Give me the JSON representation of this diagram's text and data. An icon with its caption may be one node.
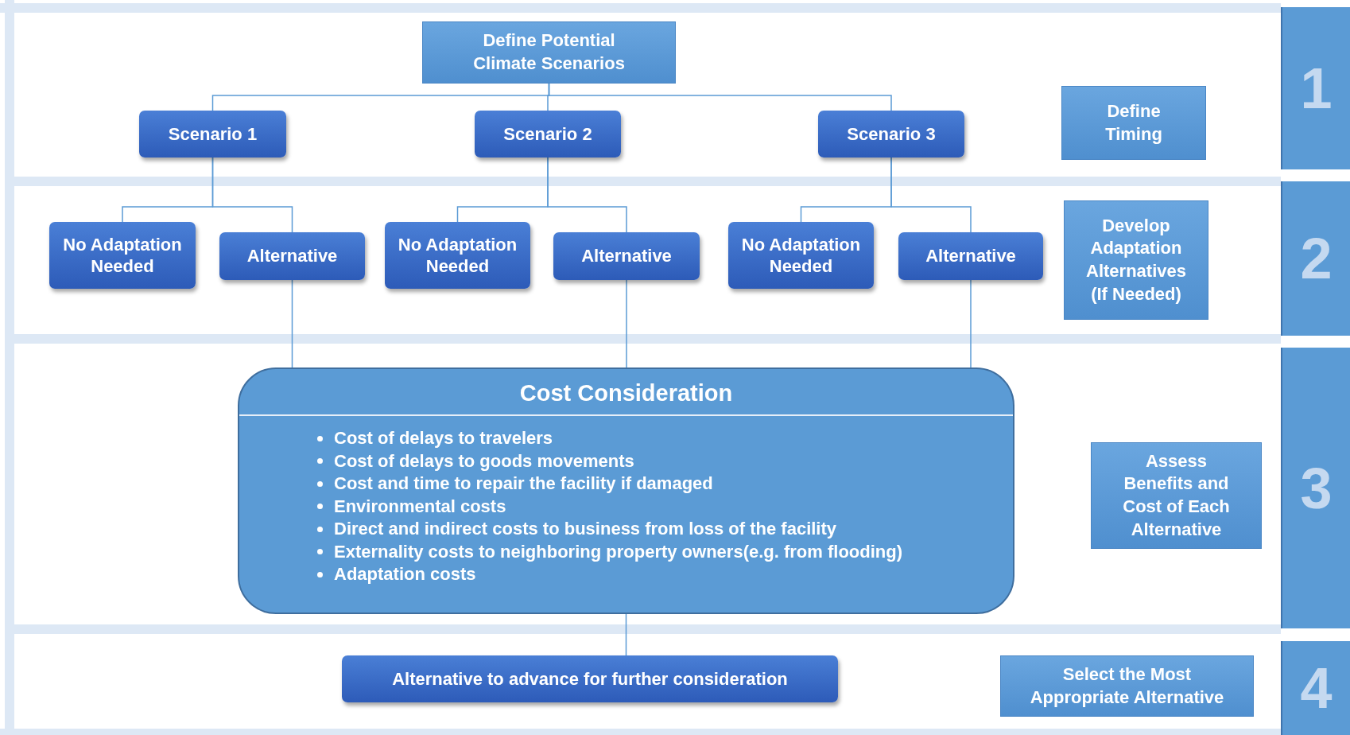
{
  "diagram": {
    "nodes": [
      {
        "text": [
          "Define Potential Climate Scenarios"
        ]
      },
      {
        "text": [
          "Scenario 1"
        ]
      },
      {
        "text": [
          "Scenario 2"
        ]
      },
      {
        "text": [
          "Scenario 3"
        ]
      },
      {
        "text": [
          "Define Timing"
        ]
      },
      {
        "text": [
          "1"
        ]
      },
      {
        "text": [
          "No Adaptation Needed"
        ]
      },
      {
        "text": [
          "Alternative"
        ]
      },
      {
        "text": [
          "No Adaptation Needed"
        ]
      },
      {
        "text": [
          "Alternative"
        ]
      },
      {
        "text": [
          "No Adaptation Needed"
        ]
      },
      {
        "text": [
          "Alternative"
        ]
      },
      {
        "text": [
          "Develop Adaptation Alternatives (If Needed)"
        ]
      },
      {
        "text": [
          "2"
        ]
      },
      {
        "text": [
          "Cost Consideration",
          "Cost of delays to travelers",
          "Cost of delays to goods movements",
          "Cost and time to repair the facility if damaged",
          "Environmental costs",
          "Direct and indirect costs to business from loss of the facility",
          "Externality costs to neighboring property owners(e.g. from flooding)",
          "Adaptation costs"
        ]
      },
      {
        "text": [
          "Assess Benefits and Cost of Each Alternative"
        ]
      },
      {
        "text": [
          "3"
        ]
      },
      {
        "text": [
          "Alternative to advance for further consideration"
        ]
      },
      {
        "text": [
          "Select the Most Appropriate Alternative"
        ]
      },
      {
        "text": [
          "4"
        ]
      }
    ],
    "edges": [
      {
        "from": 0,
        "to": 1,
        "arrow": "none"
      },
      {
        "from": 0,
        "to": 2,
        "arrow": "none"
      },
      {
        "from": 0,
        "to": 3,
        "arrow": "none"
      },
      {
        "from": 1,
        "to": 6,
        "arrow": "none"
      },
      {
        "from": 1,
        "to": 7,
        "arrow": "none"
      },
      {
        "from": 2,
        "to": 8,
        "arrow": "none"
      },
      {
        "from": 2,
        "to": 9,
        "arrow": "none"
      },
      {
        "from": 3,
        "to": 10,
        "arrow": "none"
      },
      {
        "from": 3,
        "to": 11,
        "arrow": "none"
      },
      {
        "from": 7,
        "to": 14,
        "arrow": "none"
      },
      {
        "from": 9,
        "to": 14,
        "arrow": "none"
      },
      {
        "from": 11,
        "to": 14,
        "arrow": "none"
      },
      {
        "from": 14,
        "to": 17,
        "arrow": "none"
      }
    ]
  }
}
